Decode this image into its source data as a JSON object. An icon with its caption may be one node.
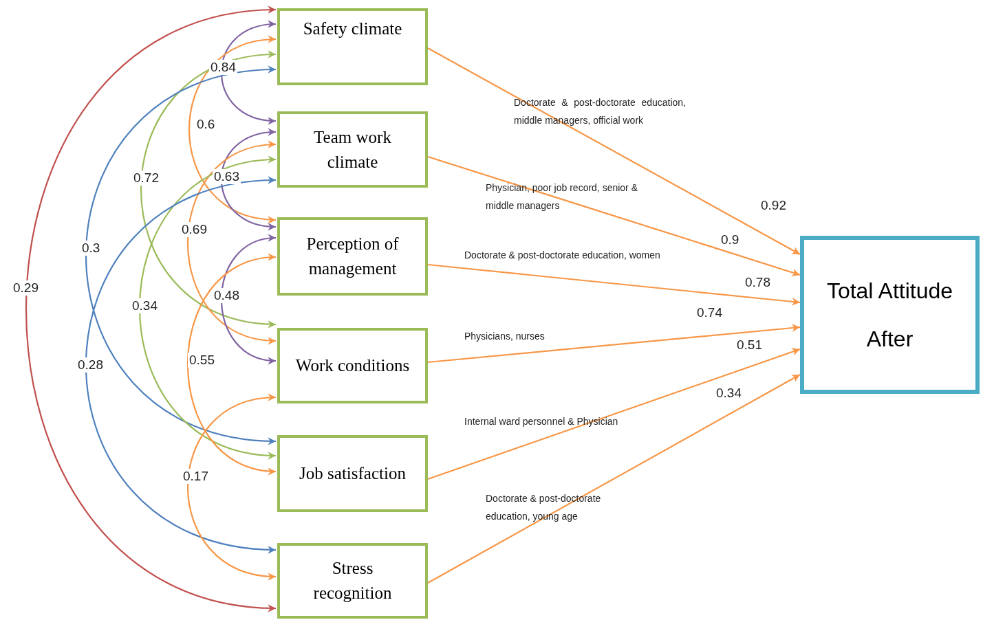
{
  "diagram": {
    "nodes": [
      {
        "text": [
          "Safety climate"
        ]
      },
      {
        "text": [
          "Team work climate"
        ]
      },
      {
        "text": [
          "Perception of management"
        ]
      },
      {
        "text": [
          "Work conditions"
        ]
      },
      {
        "text": [
          "Job satisfaction"
        ]
      },
      {
        "text": [
          "Stress recognition"
        ]
      },
      {
        "text": [
          "Total Attitude After"
        ]
      }
    ],
    "edges": [
      {
        "from": 0,
        "to": 6,
        "arrow": "to",
        "label": "0.92"
      },
      {
        "from": 1,
        "to": 6,
        "arrow": "to",
        "label": "0.9"
      },
      {
        "from": 2,
        "to": 6,
        "arrow": "to",
        "label": "0.78"
      },
      {
        "from": 3,
        "to": 6,
        "arrow": "to",
        "label": "0.74"
      },
      {
        "from": 4,
        "to": 6,
        "arrow": "to",
        "label": "0.51"
      },
      {
        "from": 5,
        "to": 6,
        "arrow": "to",
        "label": "0.34"
      },
      {
        "from": 0,
        "to": 1,
        "arrow": "both",
        "label": "0.84",
        "color": "#8064a2"
      },
      {
        "from": 0,
        "to": 2,
        "arrow": "both",
        "label": "0.6"
      },
      {
        "from": 0,
        "to": 3,
        "arrow": "both",
        "label": "0.72",
        "color": "#9bbb59"
      },
      {
        "from": 0,
        "to": 4,
        "arrow": "both",
        "label": "0.3",
        "color": "#4f81bd"
      },
      {
        "from": 0,
        "to": 5,
        "arrow": "both",
        "label": "0.29",
        "color": "#c0504d"
      },
      {
        "from": 1,
        "to": 2,
        "arrow": "both",
        "label": "0.63",
        "color": "#8064a2"
      },
      {
        "from": 1,
        "to": 3,
        "arrow": "both",
        "label": "0.69"
      },
      {
        "from": 1,
        "to": 4,
        "arrow": "both",
        "label": "0.34",
        "color": "#9bbb59"
      },
      {
        "from": 1,
        "to": 5,
        "arrow": "both",
        "label": "0.28",
        "color": "#4f81bd"
      },
      {
        "from": 2,
        "to": 3,
        "arrow": "both",
        "label": "0.48",
        "color": "#8064a2"
      },
      {
        "from": 2,
        "to": 4,
        "arrow": "both",
        "label": "0.55"
      },
      {
        "from": 3,
        "to": 5,
        "arrow": "both",
        "label": "0.17"
      }
    ],
    "labels": [
      "Doctorate & post-doctorate education, middle managers, official work",
      "Physician, poor job record, senior & middle managers",
      "Doctorate & post-doctorate education, women",
      "Physicians, nurses",
      "Internal ward personnel & Physician",
      "Doctorate & post-doctorate education, young age"
    ]
  }
}
